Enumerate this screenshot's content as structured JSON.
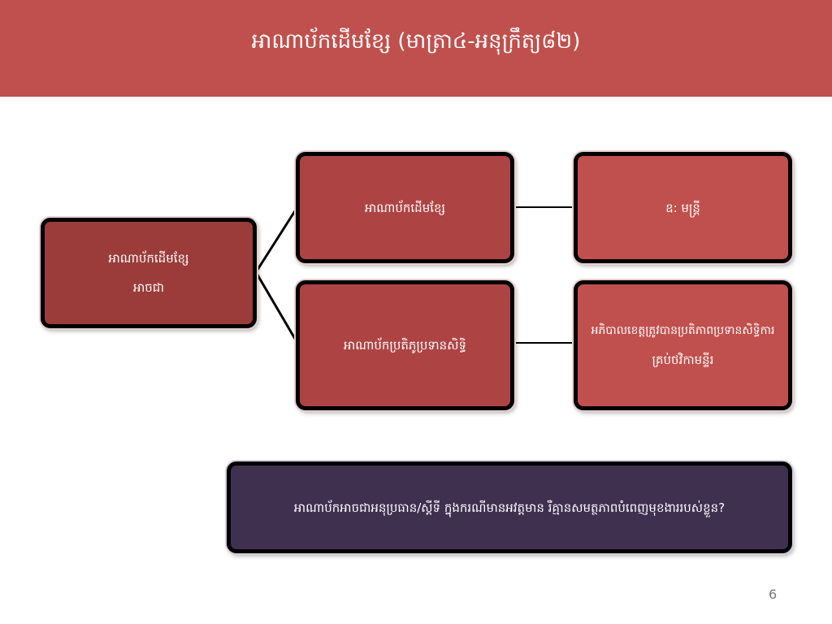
{
  "header": {
    "title": "អាណាប័កដើមខ្សែ (មាត្រា៤-អនុក្រឹត្យ៨២)"
  },
  "diagram": {
    "root": {
      "line1": "អាណាប័កដើមខ្សែ",
      "line2": "អាចជា"
    },
    "branch_top": {
      "label": "អាណាប័កដើមខ្សែ"
    },
    "branch_bottom": {
      "label": "អាណាប័កប្រតិភូប្រទានសិទ្ធិ"
    },
    "leaf_top": {
      "label": "ឧ: មន្ត្រី"
    },
    "leaf_bottom": {
      "line1": "អភិបាលខេត្តត្រូវបានប្រតិភាពប្រទានសិទ្ធិការ",
      "line2": "គ្រប់ថវិកាមន្ទីរ"
    }
  },
  "question": {
    "label": "អាណាប័កអាចជាអនុប្រធាន/ស្តីទី ក្នុងករណីមានអវត្តមាន រឺគ្មានសមត្ថភាពបំពេញមុខងាររបស់ខ្លួន?"
  },
  "page_number": "6",
  "colors": {
    "header": "#c0504d",
    "root_box": "#9b3c3b",
    "branch_box": "#ad4443",
    "leaf_box": "#c0504d",
    "question_box": "#3f3050"
  }
}
